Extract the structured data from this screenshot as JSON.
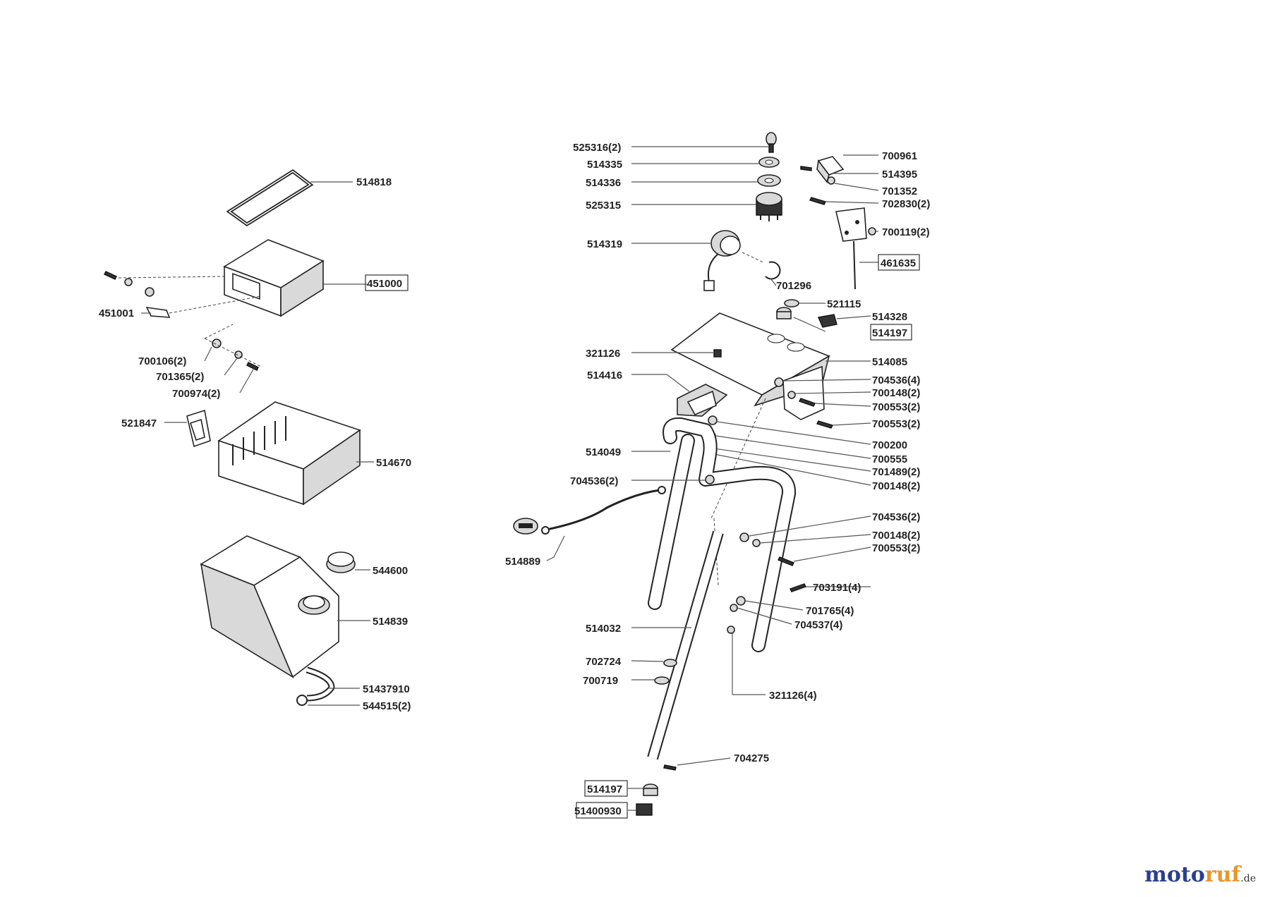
{
  "part_labels": {
    "p514818": "514818",
    "p451000": "451000",
    "p451001": "451001",
    "p700106": "700106(2)",
    "p701365": "701365(2)",
    "p700974": "700974(2)",
    "p521847": "521847",
    "p514670": "514670",
    "p544600": "544600",
    "p514839": "514839",
    "p51437910": "51437910",
    "p544515": "544515(2)",
    "p525316": "525316(2)",
    "p514335": "514335",
    "p514336": "514336",
    "p525315": "525315",
    "p514319": "514319",
    "p700961": "700961",
    "p514395": "514395",
    "p701352": "701352",
    "p702830": "702830(2)",
    "p700119": "700119(2)",
    "p461635": "461635",
    "p701296": "701296",
    "p521115": "521115",
    "p514328": "514328",
    "p514197a": "514197",
    "p321126": "321126",
    "p514085": "514085",
    "p514416": "514416",
    "p704536a": "704536(4)",
    "p700148a": "700148(2)",
    "p700553a": "700553(2)",
    "p700553b": "700553(2)",
    "p700200": "700200",
    "p700555": "700555",
    "p701489": "701489(2)",
    "p700148b": "700148(2)",
    "p514049": "514049",
    "p704536b": "704536(2)",
    "p704536c": "704536(2)",
    "p700148c": "700148(2)",
    "p700553c": "700553(2)",
    "p514889": "514889",
    "p703191": "703191(4)",
    "p701765": "701765(4)",
    "p704537": "704537(4)",
    "p514032": "514032",
    "p702724": "702724",
    "p700719": "700719",
    "p321126b": "321126(4)",
    "p704275": "704275",
    "p514197b": "514197",
    "p51400930": "51400930"
  },
  "logo": {
    "brand_blue": "moto",
    "brand_orange": "ruf",
    "tld": ".de",
    "color_blue": "#2b3f8f",
    "color_orange": "#e8962a"
  }
}
